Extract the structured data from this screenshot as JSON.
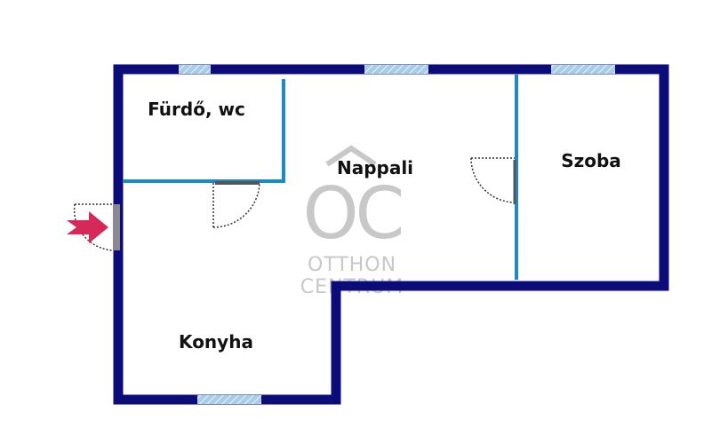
{
  "rooms": {
    "furdo": "Fürdő, wc",
    "nappali": "Nappali",
    "szoba": "Szoba",
    "konyha": "Konyha"
  },
  "watermark": {
    "logo": "OC",
    "line1": "OTTHON",
    "line2": "CENTRUM"
  },
  "colors": {
    "outer_wall": "#0b0b7a",
    "inner_wall": "#1a8ac8",
    "window": "#a9cde6",
    "door_swing": "#333333",
    "entrance_arrow": "#d6295a",
    "watermark": "#c8c8c8"
  },
  "icons": {
    "entrance": "entrance-arrow-icon"
  }
}
